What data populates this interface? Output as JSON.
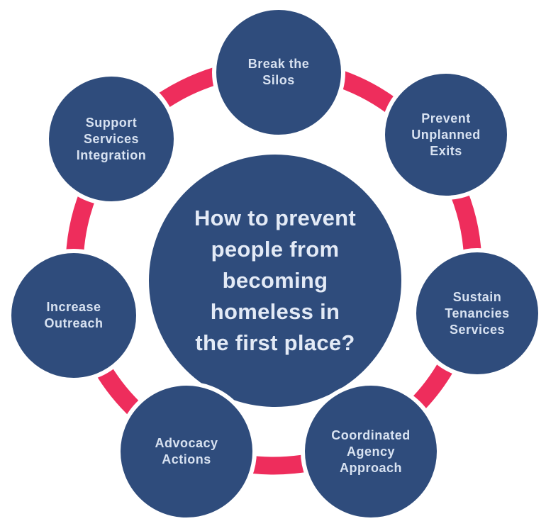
{
  "diagram": {
    "title": "How to prevent people from becoming homeless in the first place?",
    "center": {
      "label": "How to prevent\npeople from\nbecoming\nhomeless in\nthe first place?"
    },
    "nodes": [
      {
        "id": "break-the-silos",
        "label": "Break the\nSilos"
      },
      {
        "id": "prevent-unplanned-exits",
        "label": "Prevent\nUnplanned\nExits"
      },
      {
        "id": "sustain-tenancies-services",
        "label": "Sustain\nTenancies\nServices"
      },
      {
        "id": "coordinated-agency-approach",
        "label": "Coordinated\nAgency\nApproach"
      },
      {
        "id": "advocacy-actions",
        "label": "Advocacy\nActions"
      },
      {
        "id": "increase-outreach",
        "label": "Increase\nOutreach"
      },
      {
        "id": "support-services-integration",
        "label": "Support\nServices\nIntegration"
      }
    ],
    "colors": {
      "node_fill": "#2f4c7c",
      "ring": "#ee2d5c",
      "label_text": "#d8e2f1",
      "center_label_text": "#e3eaf6",
      "background": "#ffffff"
    }
  }
}
